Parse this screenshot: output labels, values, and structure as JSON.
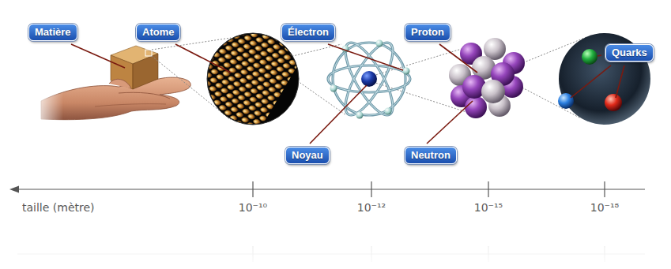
{
  "diagram": {
    "nodes": [
      {
        "text": [
          "Matière"
        ]
      },
      {
        "text": [
          "Atome"
        ]
      },
      {
        "text": [
          "Électron"
        ]
      },
      {
        "text": [
          "Proton"
        ]
      },
      {
        "text": [
          "Quarks"
        ]
      },
      {
        "text": [
          "Noyau"
        ]
      },
      {
        "text": [
          "Neutron"
        ]
      }
    ],
    "labels": [
      "taille (mètre)",
      "10⁻¹⁰",
      "10⁻¹²",
      "10⁻¹⁵",
      "10⁻¹⁸"
    ]
  }
}
